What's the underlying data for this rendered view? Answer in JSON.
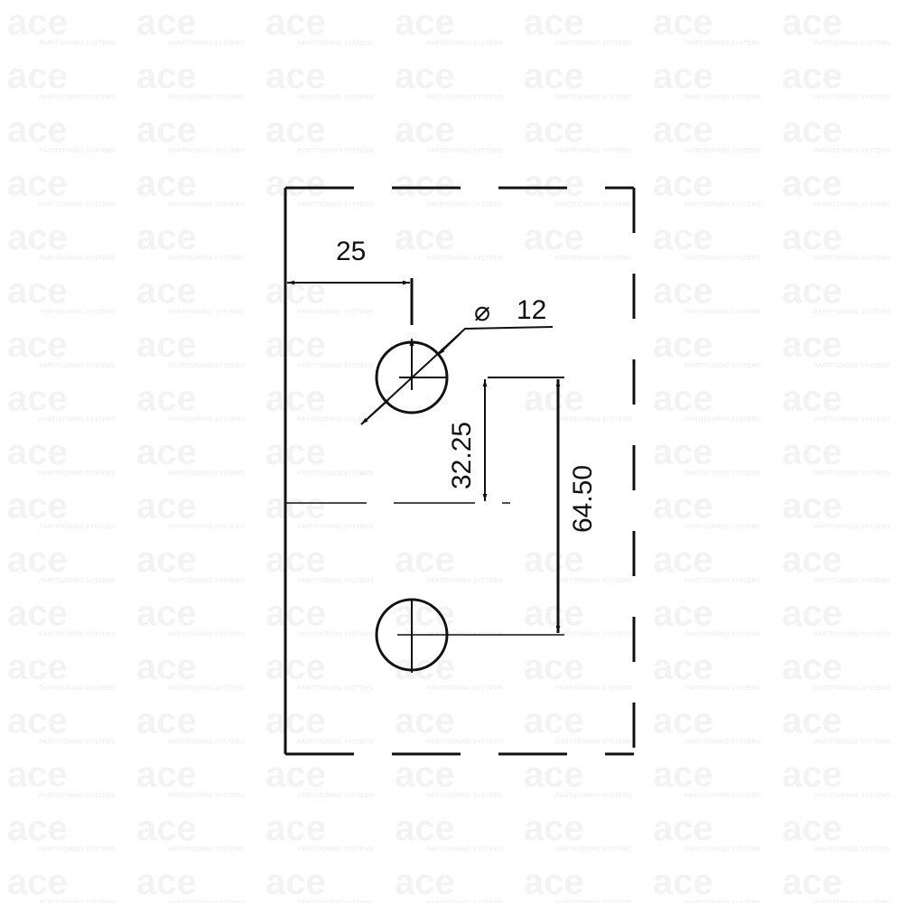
{
  "watermark": {
    "brand": "ace",
    "tagline": "PARTITIONING SYSTEMS"
  },
  "drawing": {
    "dimensions": {
      "edge_to_hole": "25",
      "hole_diameter_symbol": "⌀",
      "hole_diameter": "12",
      "center_to_mid": "32.25",
      "hole_spacing": "64.50"
    }
  },
  "colors": {
    "line": "#111111",
    "watermark": "#f3f3f3"
  }
}
